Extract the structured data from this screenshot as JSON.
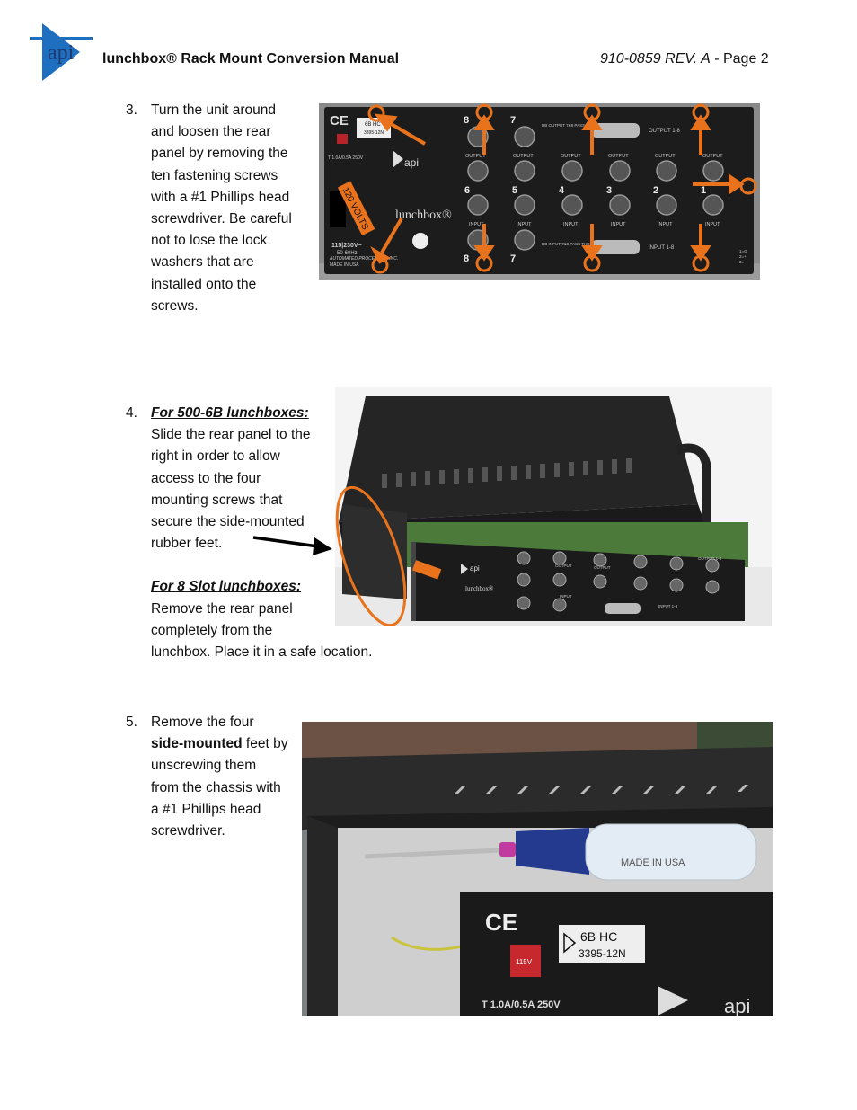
{
  "header": {
    "logo_text": "api",
    "title": "lunchbox® Rack Mount Conversion Manual",
    "doc_id": "910-0859 REV. A",
    "page": "- Page 2"
  },
  "steps": [
    {
      "number": "3.",
      "lines": [
        "Turn the unit around",
        "and loosen the rear",
        "panel by removing the",
        "ten fastening screws",
        "with a #1 Phillips head",
        "screwdriver. Be careful",
        "not to lose the lock",
        "washers that are",
        "installed onto the",
        "screws."
      ]
    },
    {
      "number": "4.",
      "heading_a": "For 500-6B lunchboxes:",
      "lines_a": [
        "Slide the rear panel to the",
        "right in order to allow",
        "access to the four",
        "mounting screws that",
        "secure the side-mounted",
        "rubber feet."
      ],
      "heading_b": "For 8 Slot lunchboxes:",
      "lines_b": [
        "Remove the rear panel",
        "completely from the",
        "lunchbox. Place it in a safe location."
      ]
    },
    {
      "number": "5.",
      "line1": "Remove the four",
      "line2_bold": "side-mounted",
      "line2_rest": " feet by",
      "lines": [
        "unscrewing them",
        "from the chassis with",
        "a #1 Phillips head",
        "screwdriver."
      ]
    }
  ],
  "photo1": {
    "ce": "CE",
    "badge_top": "6B HC",
    "badge_bot": "3395-12N",
    "fuse": "T 1.0A/0.5A 250V",
    "brand": "api",
    "product": "lunchbox®",
    "volts_tag": "120 VOLTS",
    "voltage": "115|230V~",
    "freq": "50-60Hz",
    "maker1": "AUTOMATED PROCESSES, INC.",
    "maker2": "MADE IN USA",
    "db_out": "DB OUTPUT 7&8 PASS THROUGH",
    "db_in": "DB INPUT 7&8 PASS THROUGH",
    "out_label": "OUTPUT 1-8",
    "in_label": "INPUT 1-8",
    "row_output": "OUTPUT",
    "row_input": "INPUT",
    "n8": "8",
    "n7": "7",
    "n6": "6",
    "n5": "5",
    "n4": "4",
    "n3": "3",
    "n2": "2",
    "n1": "1",
    "g1": "1=G",
    "g2": "2=+",
    "g3": "3=-"
  },
  "photo2": {
    "brand": "api",
    "product": "lunchbox®",
    "output": "OUTPUT",
    "input": "INPUT",
    "out_label": "OUTPUT 1-8",
    "in_label": "INPUT 1-8"
  },
  "photo3": {
    "ce": "CE",
    "badge_top": "6B HC",
    "badge_bot": "3395-12N",
    "switch": "115V",
    "fuse": "T 1.0A/0.5A 250V",
    "brand": "api",
    "driver_text": "MADE IN USA"
  },
  "colors": {
    "accent": "#e8731c",
    "chassis": "#2a2a2a",
    "panel": "#1b1b1b"
  }
}
